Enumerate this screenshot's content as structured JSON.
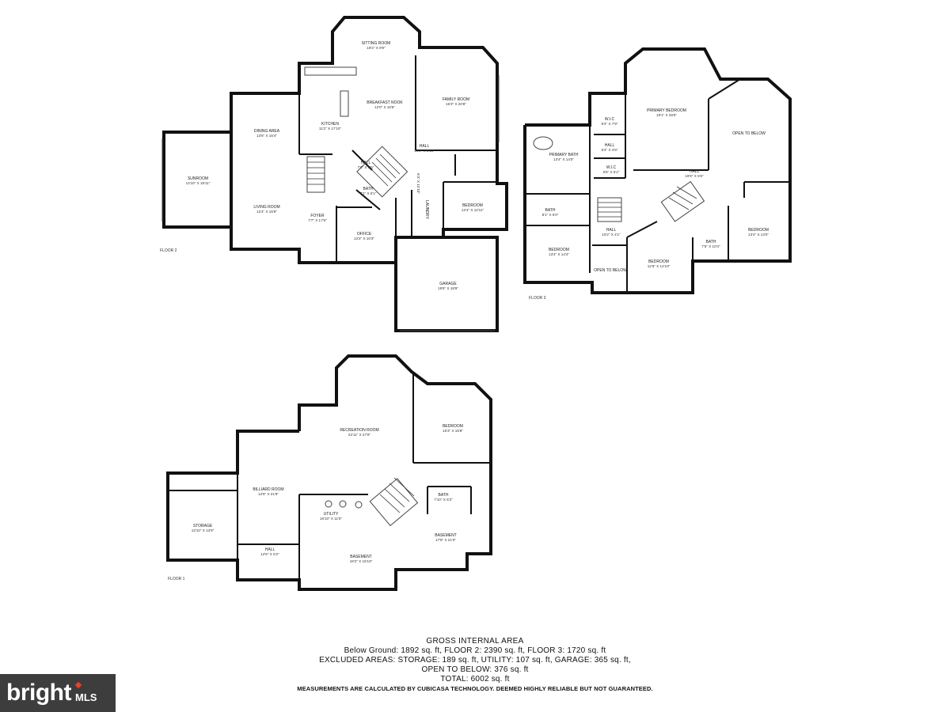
{
  "floors": {
    "floor2": {
      "label": "FLOOR 2",
      "rooms": {
        "sitting_room": {
          "name": "SITTING ROOM",
          "dim": "19'2\" X 9'9\""
        },
        "breakfast_nook": {
          "name": "BREAKFAST NOOK",
          "dim": "12'0\" X 15'5\""
        },
        "family_room": {
          "name": "FAMILY ROOM",
          "dim": "16'3\" X 20'8\""
        },
        "kitchen": {
          "name": "KITCHEN",
          "dim": "11'2\" X 17'10\""
        },
        "dining_area": {
          "name": "DINING AREA",
          "dim": "13'5\" X 15'4\""
        },
        "sunroom": {
          "name": "SUNROOM",
          "dim": "13'10\" X 18'11\""
        },
        "living_room": {
          "name": "LIVING ROOM",
          "dim": "12'4\" X 15'9\""
        },
        "foyer": {
          "name": "FOYER",
          "dim": "7'7\" X 17'9\""
        },
        "hall_a": {
          "name": "HALL",
          "dim": "7'6\" X 6'5\""
        },
        "hall_b": {
          "name": "HALL",
          "dim": "14'8\" X 8'10\""
        },
        "bath": {
          "name": "BATH",
          "dim": "7'1\" X 6'1\""
        },
        "office": {
          "name": "OFFICE",
          "dim": "12'2\" X 10'3\""
        },
        "laundry": {
          "name": "LAUNDRY",
          "dim": "6'3\" X 12'10\""
        },
        "bedroom": {
          "name": "BEDROOM",
          "dim": "12'4\" X 12'11\""
        },
        "garage": {
          "name": "GARAGE",
          "dim": "19'6\" X 18'9\""
        }
      }
    },
    "floor3": {
      "label": "FLOOR 3",
      "rooms": {
        "primary_bedroom": {
          "name": "PRIMARY BEDROOM",
          "dim": "19'1\" X 28'5\""
        },
        "open_to_below_a": {
          "name": "OPEN TO BELOW",
          "dim": ""
        },
        "wic_a": {
          "name": "W.I.C",
          "dim": "6'4\" X 7'9\""
        },
        "hall_a": {
          "name": "HALL",
          "dim": "6'4\" X 4'6\""
        },
        "wic_b": {
          "name": "W.I.C",
          "dim": "6'6\" X 5'1\""
        },
        "primary_bath": {
          "name": "PRIMARY BATH",
          "dim": "13'4\" X 14'0\""
        },
        "hall_b": {
          "name": "HALL",
          "dim": "19'9\" X 5'6\""
        },
        "bath_a": {
          "name": "BATH",
          "dim": "8'1\" X 5'0\""
        },
        "bedroom_a": {
          "name": "BEDROOM",
          "dim": "13'4\" X 14'4\""
        },
        "hall_c": {
          "name": "HALL",
          "dim": "10'2\" X 4'1\""
        },
        "open_to_below_b": {
          "name": "OPEN TO BELOW",
          "dim": ""
        },
        "bedroom_b": {
          "name": "BEDROOM",
          "dim": "12'6\" X 12'10\""
        },
        "bath_b": {
          "name": "BATH",
          "dim": "7'5\" X 10'4\""
        },
        "bedroom_c": {
          "name": "BEDROOM",
          "dim": "13'4\" X 13'0\""
        }
      }
    },
    "floor1": {
      "label": "FLOOR 1",
      "rooms": {
        "recreation_room": {
          "name": "RECREATION ROOM",
          "dim": "22'11\" X 27'9\""
        },
        "bedroom": {
          "name": "BEDROOM",
          "dim": "15'3\" X 15'8\""
        },
        "billiard_room": {
          "name": "BILLIARD ROOM",
          "dim": "12'6\" X 21'8\""
        },
        "storage": {
          "name": "STORAGE",
          "dim": "13'10\" X 13'8\""
        },
        "utility": {
          "name": "UTILITY",
          "dim": "16'10\" X 11'5\""
        },
        "bath": {
          "name": "BATH",
          "dim": "7'10\" X 5'3\""
        },
        "basement_a": {
          "name": "BASEMENT",
          "dim": "17'8\" X 21'0\""
        },
        "hall": {
          "name": "HALL",
          "dim": "12'6\" X 5'2\""
        },
        "basement_b": {
          "name": "BASEMENT",
          "dim": "19'2\" X 15'10\""
        }
      }
    }
  },
  "summary": {
    "heading": "GROSS INTERNAL AREA",
    "line1": "Below Ground: 1892 sq. ft, FLOOR 2: 2390 sq. ft, FLOOR 3: 1720 sq. ft",
    "line2": "EXCLUDED AREAS: STORAGE: 189 sq. ft, UTILITY: 107 sq. ft, GARAGE: 365 sq. ft,",
    "line3": "OPEN TO BELOW: 376 sq. ft",
    "line4": "TOTAL: 6002 sq. ft",
    "disclaimer": "MEASUREMENTS ARE CALCULATED BY CUBICASA TECHNOLOGY. DEEMED HIGHLY RELIABLE BUT NOT GUARANTEED."
  },
  "brand": {
    "logo_text": "bright",
    "mls_text": "MLS",
    "accent": "#e8432a",
    "background": "#3d3d3d"
  }
}
